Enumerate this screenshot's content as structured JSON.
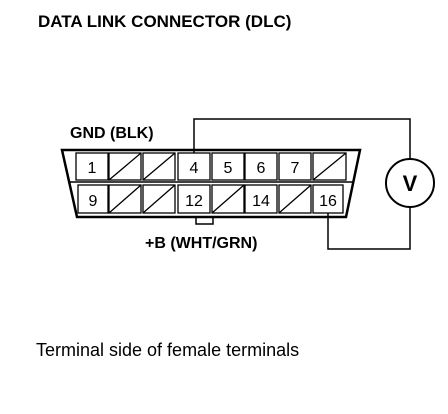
{
  "title": "DATA LINK CONNECTOR (DLC)",
  "labels": {
    "gnd": "GND (BLK)",
    "battery": "+B (WHT/GRN)"
  },
  "meter_symbol": "V",
  "meter_icon": "voltmeter-icon",
  "pins": {
    "top": [
      "1",
      "",
      "",
      "4",
      "5",
      "6",
      "7",
      ""
    ],
    "bottom": [
      "9",
      "",
      "",
      "12",
      "",
      "14",
      "",
      "16"
    ]
  },
  "caption": "Terminal side of female terminals"
}
